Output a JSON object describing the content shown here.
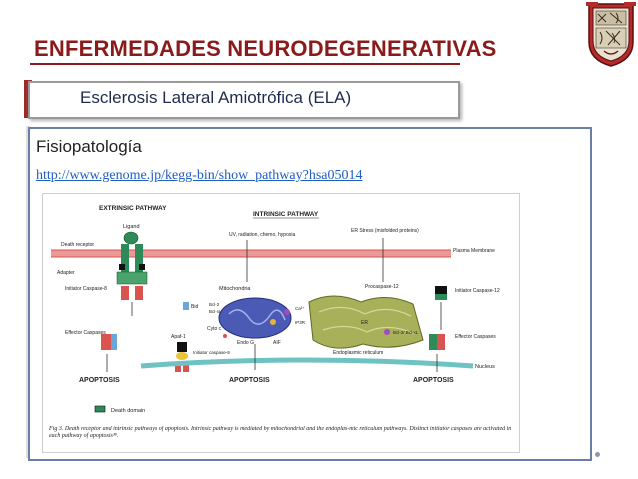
{
  "title": "ENFERMEDADES NEURODEGENERATIVAS",
  "subtitle": "Esclerosis Lateral Amiotrófica (ELA)",
  "section_label": "Fisiopatología",
  "link": "http://www.genome.jp/kegg-bin/show_pathway?hsa05014",
  "figure": {
    "extrinsic_title": "EXTRINSIC PATHWAY",
    "intrinsic_title": "INTRINSIC PATHWAY",
    "ligand": "Ligand",
    "death_receptor": "Death receptor",
    "adapter": "Adapter",
    "initiator_caspase8": "Initiator Caspase-8",
    "effector_caspases_left": "Effector Caspases",
    "stimuli": "UV, radiation, chemo, hypoxia",
    "mitochondria": "Mitochondria",
    "bid": "Bid",
    "bcl2": "Bcl-2",
    "bclx": "Bcl-xL",
    "cytoc": "Cyto c",
    "apaf1": "Apaf-1",
    "initiator_caspase9": "Initiator caspase-9",
    "endog": "Endo G",
    "aif": "AIF",
    "ca": "Ca²⁺",
    "ip3r": "IP3R",
    "er_stress": "ER Stress (misfolded proteins)",
    "procaspase12": "Procaspase-12",
    "er": "ER",
    "bcl2_er": "Bcl-2/ Bcl-xL",
    "endoplasmic_reticulum": "Endoplasmic reticulum",
    "plasma_membrane": "Plasma Membrane",
    "initiator_caspase12": "Initiator Caspase-12",
    "effector_caspases_right": "Effector Caspases",
    "nucleus": "Nucleus",
    "apoptosis_1": "APOPTOSIS",
    "apoptosis_2": "APOPTOSIS",
    "apoptosis_3": "APOPTOSIS",
    "death_domain": "Death domain",
    "caption": "Fig 3. Death receptor and intrinsic pathways of apoptosis. Intrinsic pathway is mediated by mitochondrial and the endoplas-mic reticulum pathways. Distinct initiator caspases are activated in each pathway of apoptosis³⁸."
  },
  "colors": {
    "title": "#8b1a1a",
    "subtitle_text": "#1f2b4d",
    "link": "#1e5cc7",
    "box_border": "#6b7ea8",
    "membrane": "#d9534f",
    "receptor": "#2e8b57",
    "mitochondria": "#4a5ab5",
    "er": "#8a9a3a"
  },
  "icons": [
    "university-shield-logo-icon"
  ]
}
